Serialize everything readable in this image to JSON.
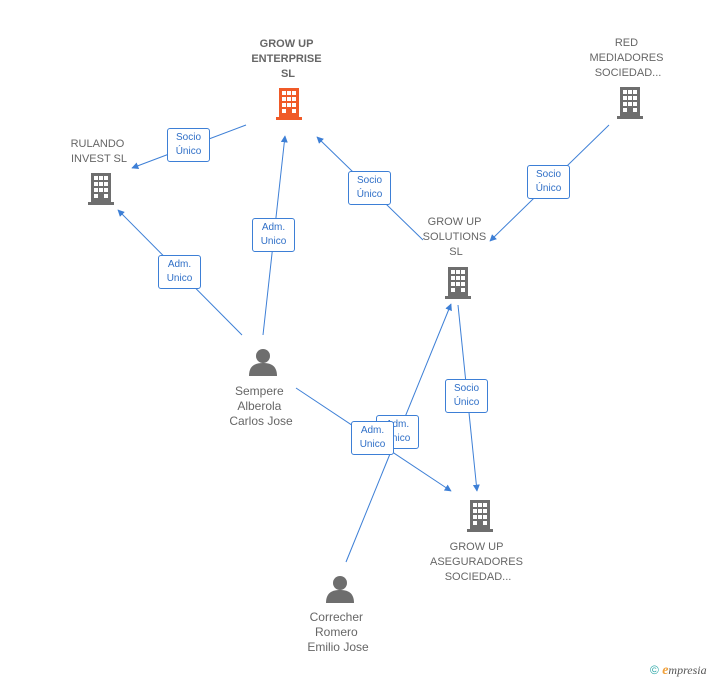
{
  "nodes": {
    "grow_up_enterprise": {
      "lines": [
        "GROW UP",
        "ENTERPRISE",
        "SL"
      ],
      "type": "company",
      "color": "#f05a28"
    },
    "red_mediadores": {
      "lines": [
        "RED",
        "MEDIADORES",
        "SOCIEDAD..."
      ],
      "type": "company",
      "color": "#6e6e6e"
    },
    "rulando_invest": {
      "lines": [
        "RULANDO",
        "INVEST  SL"
      ],
      "type": "company",
      "color": "#6e6e6e"
    },
    "grow_up_solutions": {
      "lines": [
        "GROW UP",
        "SOLUTIONS",
        "SL"
      ],
      "type": "company",
      "color": "#6e6e6e"
    },
    "grow_up_aseguradores": {
      "lines": [
        "GROW UP",
        "ASEGURADORES",
        "SOCIEDAD..."
      ],
      "type": "company",
      "color": "#6e6e6e"
    },
    "sempere": {
      "lines": [
        "Sempere",
        "Alberola",
        "Carlos Jose"
      ],
      "type": "person",
      "color": "#6e6e6e"
    },
    "correcher": {
      "lines": [
        "Correcher",
        "Romero",
        "Emilio Jose"
      ],
      "type": "person",
      "color": "#6e6e6e"
    }
  },
  "edge_labels": {
    "e1": [
      "Socio",
      "Único"
    ],
    "e2": [
      "Socio",
      "Único"
    ],
    "e3": [
      "Socio",
      "Único"
    ],
    "e4": [
      "Adm.",
      "Unico"
    ],
    "e5": [
      "Adm.",
      "Unico"
    ],
    "e6": [
      "Socio",
      "Único"
    ],
    "e7": [
      "Adm.",
      "Unico"
    ],
    "e8": [
      "Adm.",
      "Unico"
    ]
  },
  "colors": {
    "edge": "#3d7fd6",
    "highlight": "#f05a28",
    "node": "#6e6e6e"
  },
  "footer": {
    "copyright": "©",
    "brand_e": "e",
    "brand_rest": "mpresia"
  }
}
